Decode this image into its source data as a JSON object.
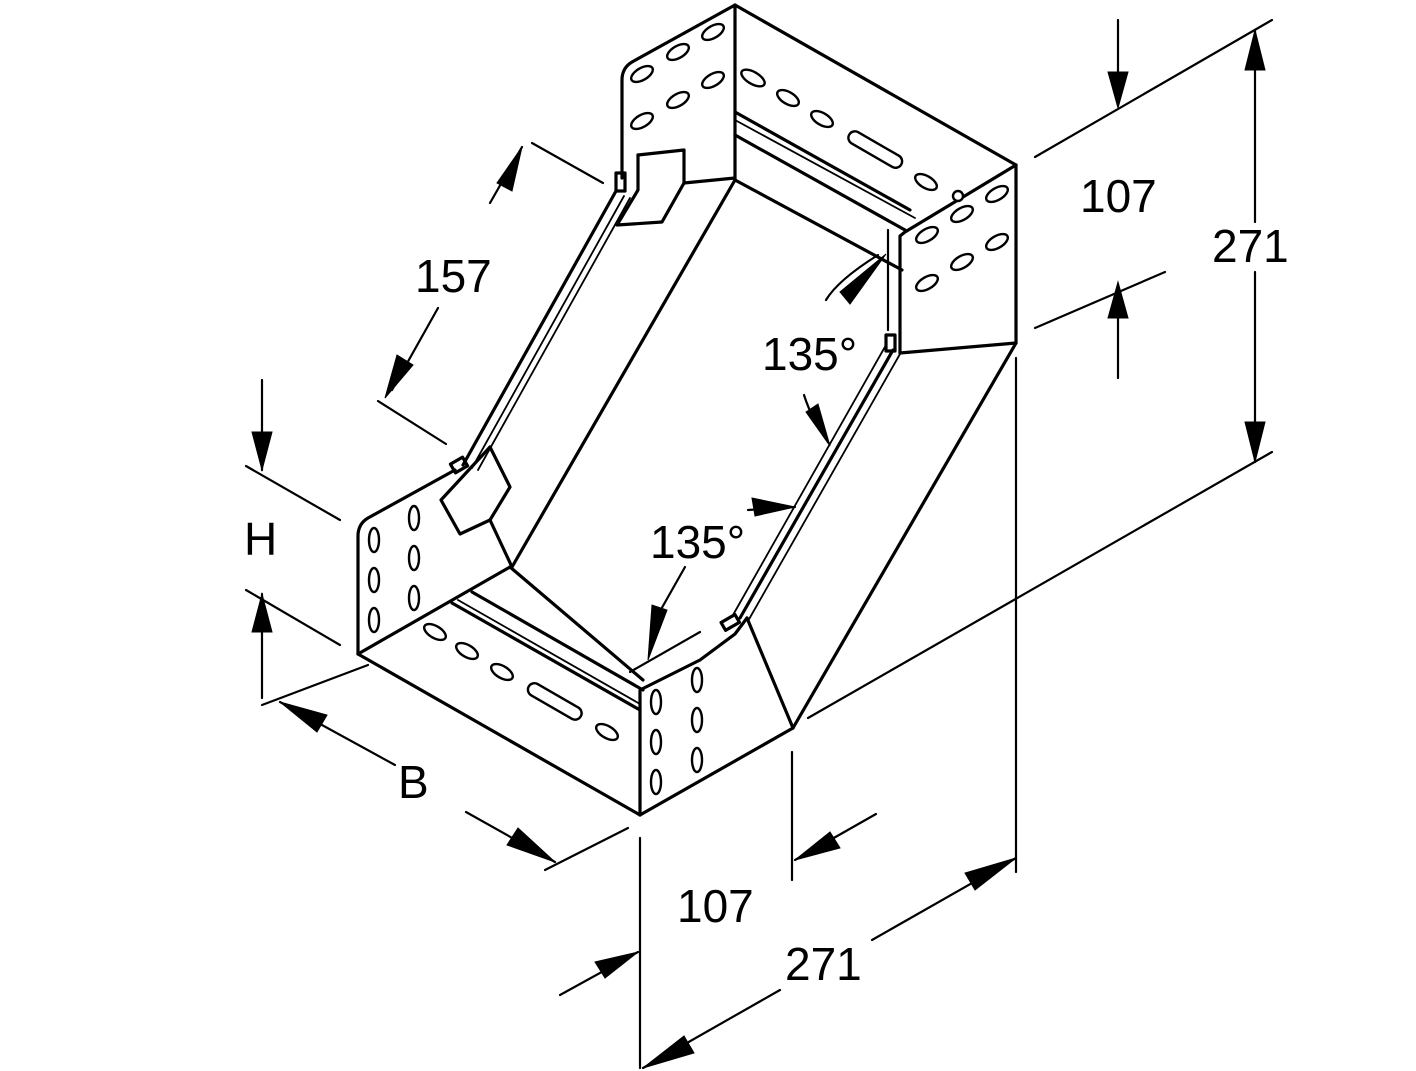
{
  "drawing": {
    "subject": "cable-tray-inside-riser-bend-135",
    "line_color": "#000000",
    "background": "#ffffff"
  },
  "labels": {
    "top_height": "107",
    "right_height": "271",
    "side_length": "157",
    "angle_upper": "135°",
    "angle_lower": "135°",
    "height_h": "H",
    "width_b": "B",
    "bottom_depth": "107",
    "bottom_length": "271"
  }
}
